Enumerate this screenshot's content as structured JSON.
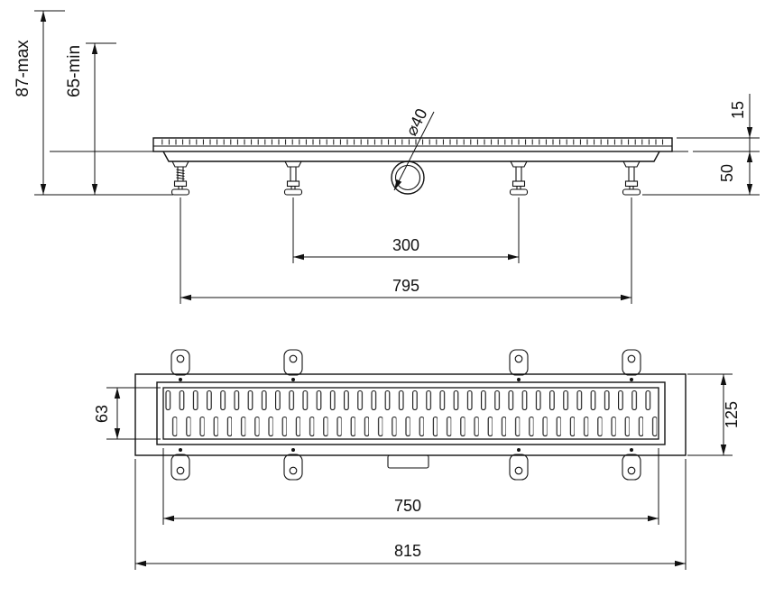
{
  "drawing": {
    "colors": {
      "line": "#111111",
      "background": "#ffffff"
    },
    "side_view": {
      "height_max": "87-max",
      "height_min": "65-min",
      "grate_edge_height": "15",
      "body_height": "50",
      "outlet_diameter": "⌀40",
      "feet_spacing": "300",
      "body_length": "795"
    },
    "plan_view": {
      "grate_width": "63",
      "flange_width": "125",
      "grate_length": "750",
      "overall_length": "815"
    }
  }
}
